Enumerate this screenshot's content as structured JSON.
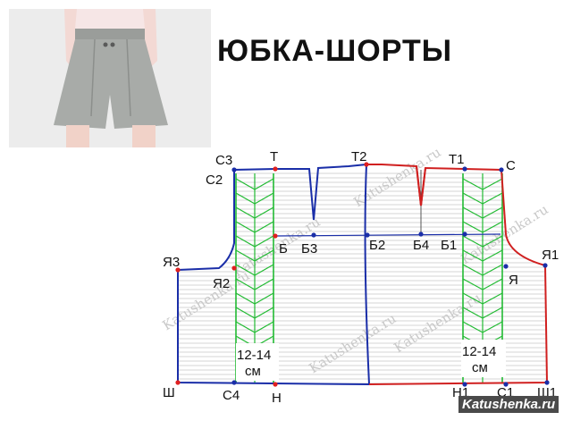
{
  "title": "ЮБКА-ШОРТЫ",
  "credit": "Katushenka.ru",
  "watermark": "Katushenka.ru",
  "hatch_note": {
    "line1": "12-14",
    "line2": "см"
  },
  "colors": {
    "front_outline": "#1a2ea8",
    "back_outline": "#d02020",
    "hatch": "#22bb33",
    "grid": "#aaaaaa",
    "point": "#1a2ea8",
    "point_alt": "#e02020",
    "text": "#111111"
  },
  "points": {
    "C3": "С3",
    "T": "Т",
    "T2": "Т2",
    "T1": "Т1",
    "C": "С",
    "C2": "С2",
    "B": "Б",
    "B3": "Б3",
    "B2": "Б2",
    "B4": "Б4",
    "B1": "Б1",
    "YA3": "Я3",
    "YA2": "Я2",
    "YA1": "Я1",
    "YA": "Я",
    "SH": "Ш",
    "C4": "С4",
    "N": "Н",
    "N1": "Н1",
    "C1": "С1",
    "SH1": "Ш1"
  }
}
